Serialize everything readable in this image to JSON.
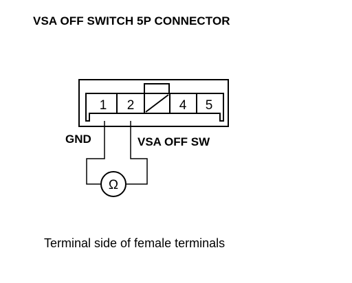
{
  "title": "VSA OFF SWITCH 5P CONNECTOR",
  "caption": "Terminal side of female terminals",
  "connector": {
    "pins": [
      "1",
      "2",
      "",
      "4",
      "5"
    ]
  },
  "labels": {
    "gnd": "GND",
    "vsa_off_sw": "VSA OFF SW"
  },
  "meter": {
    "symbol": "Ω",
    "icon": "ohmmeter-icon"
  }
}
